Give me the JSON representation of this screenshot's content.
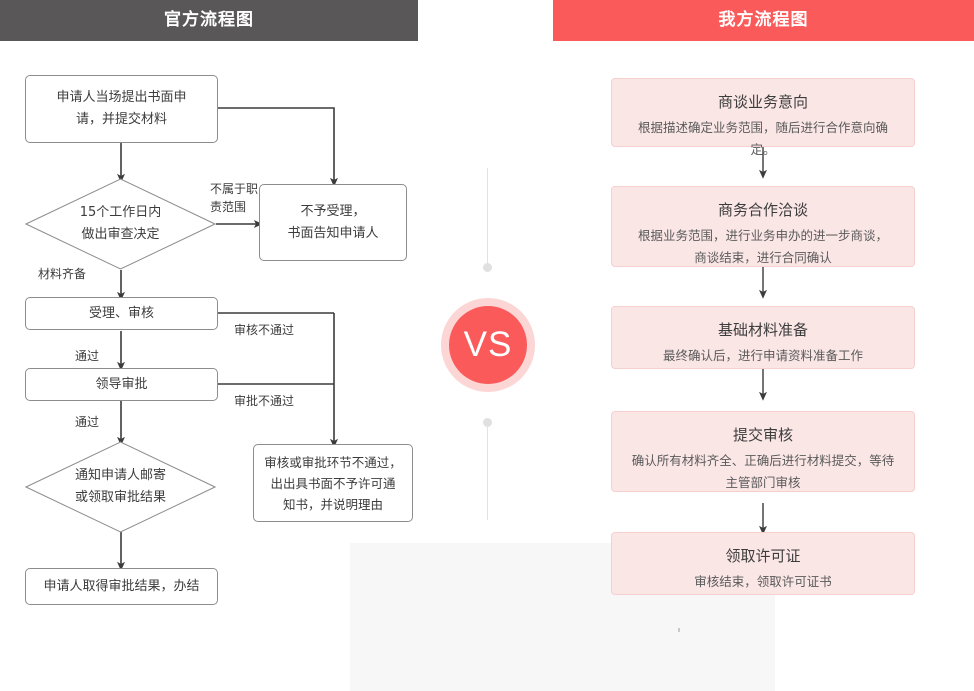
{
  "headers": {
    "left": "官方流程图",
    "right": "我方流程图"
  },
  "center": {
    "vs_label": "VS"
  },
  "official_flow": {
    "nodes": [
      {
        "id": "apply",
        "shape": "box",
        "text": "申请人当场提出书面申\n请，并提交材料"
      },
      {
        "id": "decide",
        "shape": "diamond",
        "text": "15个工作日内\n做出审查决定"
      },
      {
        "id": "reject1",
        "shape": "box",
        "text": "不予受理，\n书面告知申请人"
      },
      {
        "id": "accept",
        "shape": "box",
        "text": "受理、审核"
      },
      {
        "id": "approval",
        "shape": "box",
        "text": "领导审批"
      },
      {
        "id": "notify",
        "shape": "diamond",
        "text": "通知申请人邮寄\n或领取审批结果"
      },
      {
        "id": "reject2",
        "shape": "box",
        "text": "审核或审批环节不通过，\n出出具书面不予许可通\n知书，并说明理由"
      },
      {
        "id": "finish",
        "shape": "box",
        "text": "申请人取得审批结果，办结"
      }
    ],
    "edge_labels": [
      {
        "id": "out-of-scope",
        "text": "不属于职\n责范围"
      },
      {
        "id": "materials-ready",
        "text": "材料齐备"
      },
      {
        "id": "pass-1",
        "text": "通过"
      },
      {
        "id": "review-failed",
        "text": "审核不通过"
      },
      {
        "id": "approval-failed",
        "text": "审批不通过"
      },
      {
        "id": "pass-2",
        "text": "通过"
      }
    ]
  },
  "our_flow": {
    "steps": [
      {
        "title": "商谈业务意向",
        "desc": "根据描述确定业务范围，随后进行合作意向确定。"
      },
      {
        "title": "商务合作洽谈",
        "desc": "根据业务范围，进行业务申办的进一步商谈，\n商谈结束，进行合同确认"
      },
      {
        "title": "基础材料准备",
        "desc": "最终确认后，进行申请资料准备工作"
      },
      {
        "title": "提交审核",
        "desc": "确认所有材料齐全、正确后进行材料提交，等待\n主管部门审核"
      },
      {
        "title": "领取许可证",
        "desc": "审核结束，领取许可证书"
      }
    ]
  },
  "colors": {
    "header_left_bg": "#595757",
    "header_right_bg": "#fb5a5a",
    "accent": "#fb5a5a",
    "pink_node_bg": "#fbe6e6",
    "pink_node_border": "#f6cfcf",
    "node_border": "#8d8d8d",
    "grey_plate": "#f7f7f7"
  }
}
